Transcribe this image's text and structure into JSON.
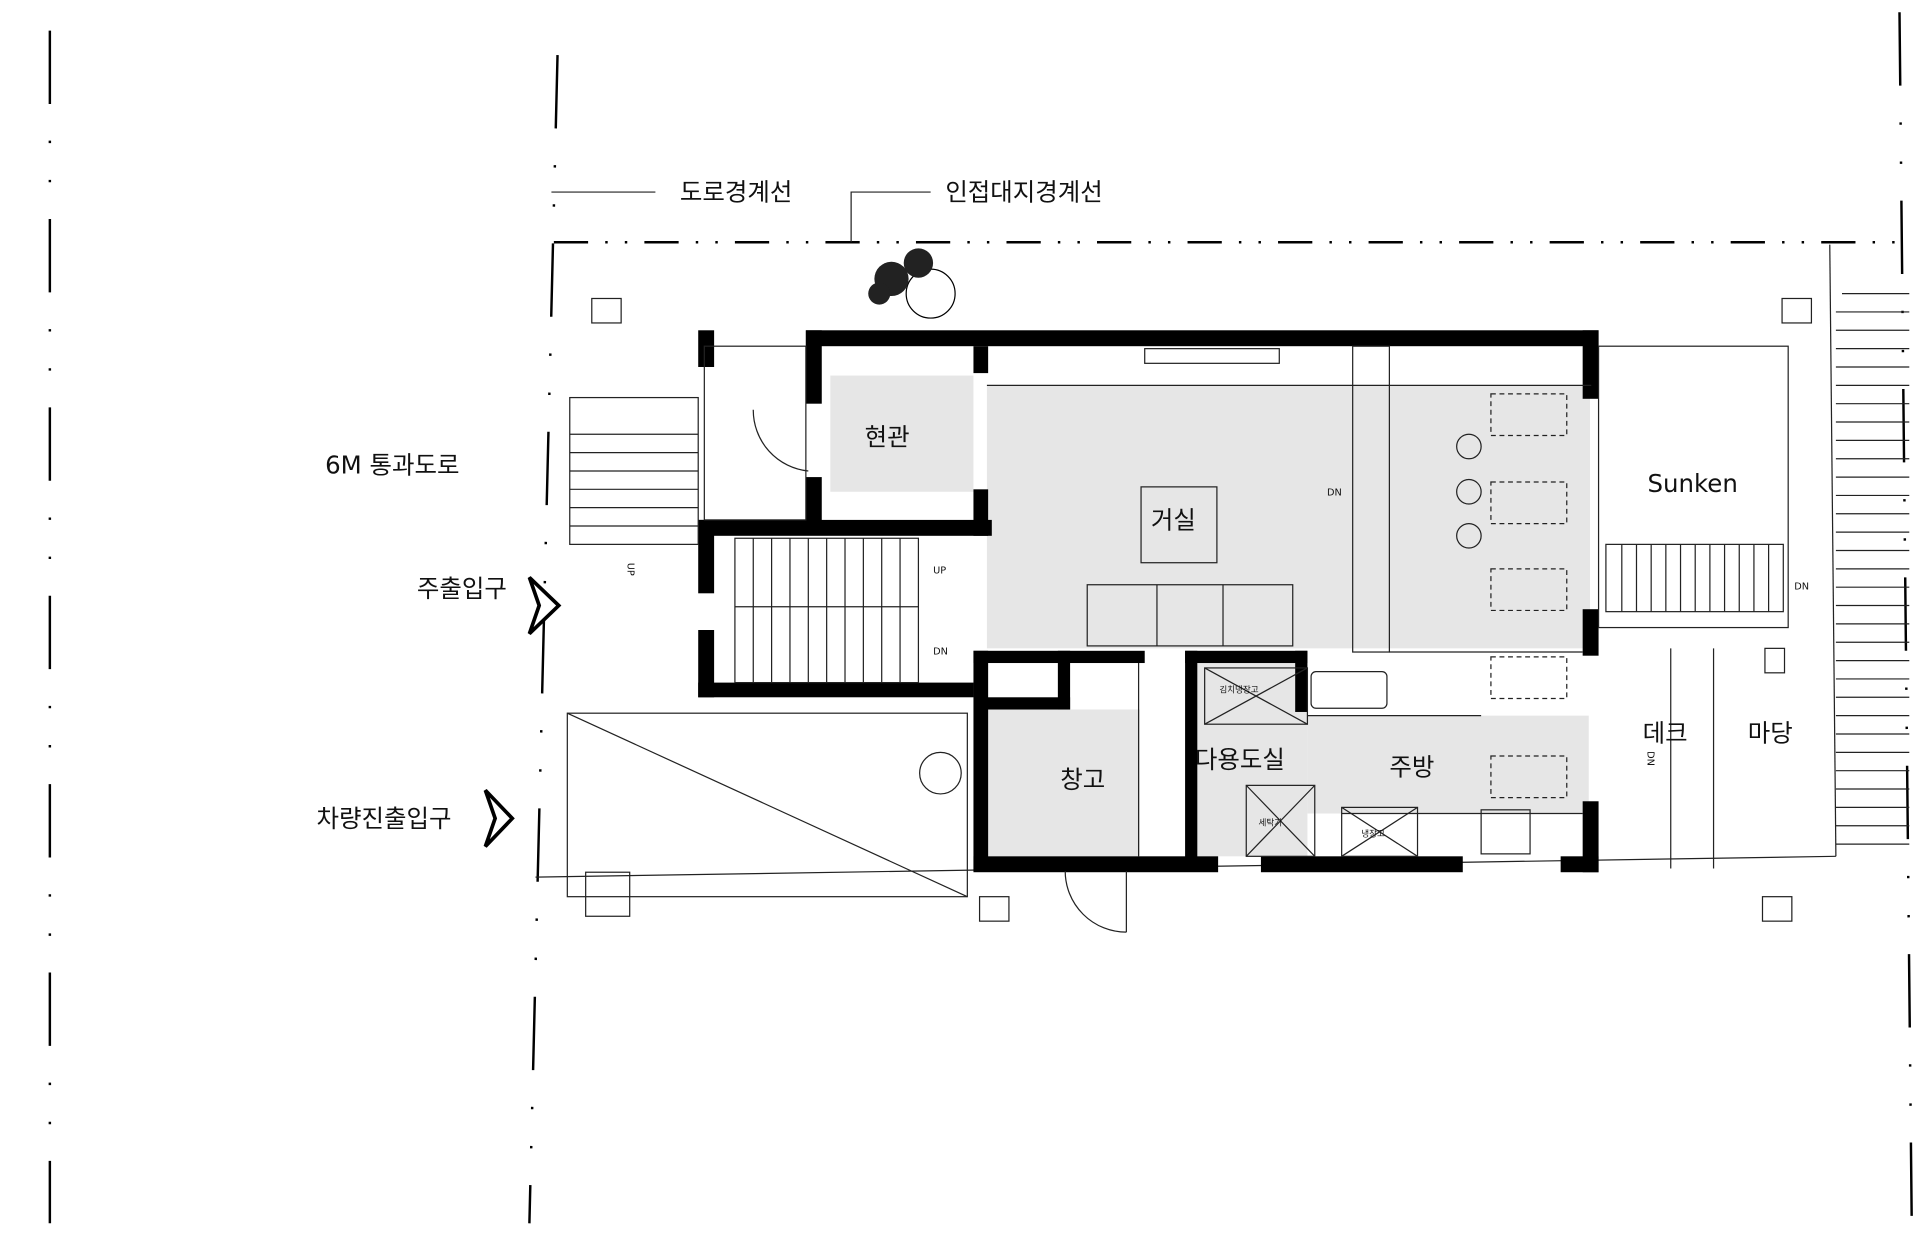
{
  "labels": {
    "road_boundary": "도로경계선",
    "adjacent_boundary": "인접대지경계선",
    "road": "6M 통과도로",
    "main_entrance": "주출입구",
    "vehicle_entrance": "차량진출입구",
    "entrance_hall": "현관",
    "living_room": "거실",
    "sunken": "Sunken",
    "storage": "창고",
    "utility_room": "다용도실",
    "kitchen": "주방",
    "deck": "데크",
    "yard": "마당"
  },
  "annotations": {
    "up": "UP",
    "dn": "DN",
    "kimchi_fridge": "김치냉장고",
    "washer": "세탁기",
    "fridge": "냉장고"
  }
}
